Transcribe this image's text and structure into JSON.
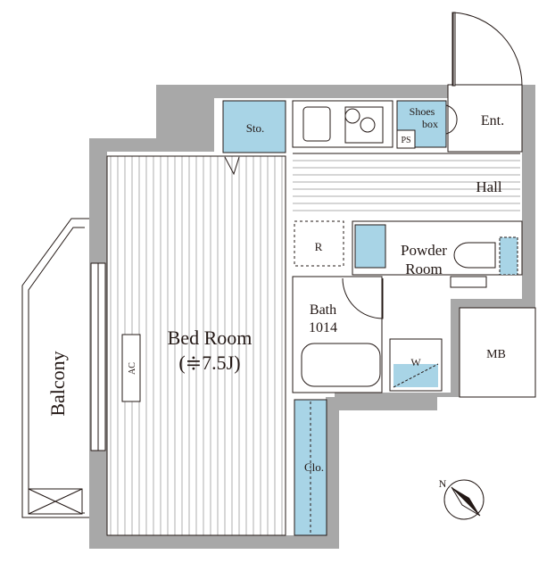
{
  "rooms": {
    "bedroom": {
      "name": "Bed Room",
      "size": "(≑7.5J)"
    },
    "storage": "Sto.",
    "shoes_box": {
      "line1": "Shoes",
      "line2": "box"
    },
    "ps": "PS",
    "entrance": "Ent.",
    "hall": "Hall",
    "refrigerator": "R",
    "powder_room": {
      "line1": "Powder",
      "line2": "Room"
    },
    "bath": {
      "line1": "Bath",
      "line2": "1014"
    },
    "washer": "W",
    "meter_box": "MB",
    "closet": "Clo.",
    "balcony": "Balcony",
    "air_conditioner": "AC"
  },
  "colors": {
    "wall": "#a8a8a8",
    "storage_fill": "#a8d4e6",
    "line": "#231815"
  },
  "compass": {
    "label": "N"
  }
}
